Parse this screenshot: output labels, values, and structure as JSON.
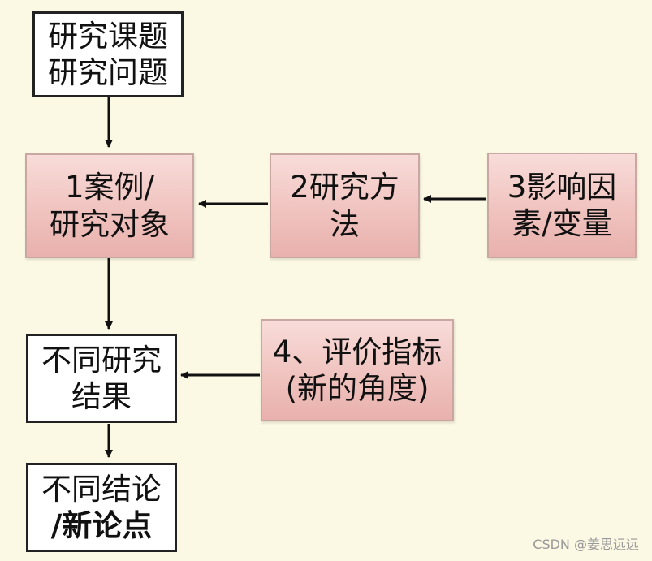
{
  "boxes": {
    "topic": {
      "line1": "研究课题",
      "line2": "研究问题"
    },
    "case": {
      "line1": "1案例/",
      "line2": "研究对象"
    },
    "method": {
      "line1": "2研究方",
      "line2": "法"
    },
    "factors": {
      "line1": "3影响因",
      "line2": "素/变量"
    },
    "results": {
      "line1": "不同研究",
      "line2": "结果"
    },
    "metrics": {
      "line1": "4、评价指标",
      "line2": "(新的角度)"
    },
    "conclusion": {
      "line1": "不同结论",
      "line2": "/新论点"
    }
  },
  "watermark": "CSDN @姜思远远",
  "colors": {
    "background": "#fbf8e3",
    "pink_box": "#f0c3bf",
    "white_box": "#ffffff",
    "line": "#111111"
  }
}
